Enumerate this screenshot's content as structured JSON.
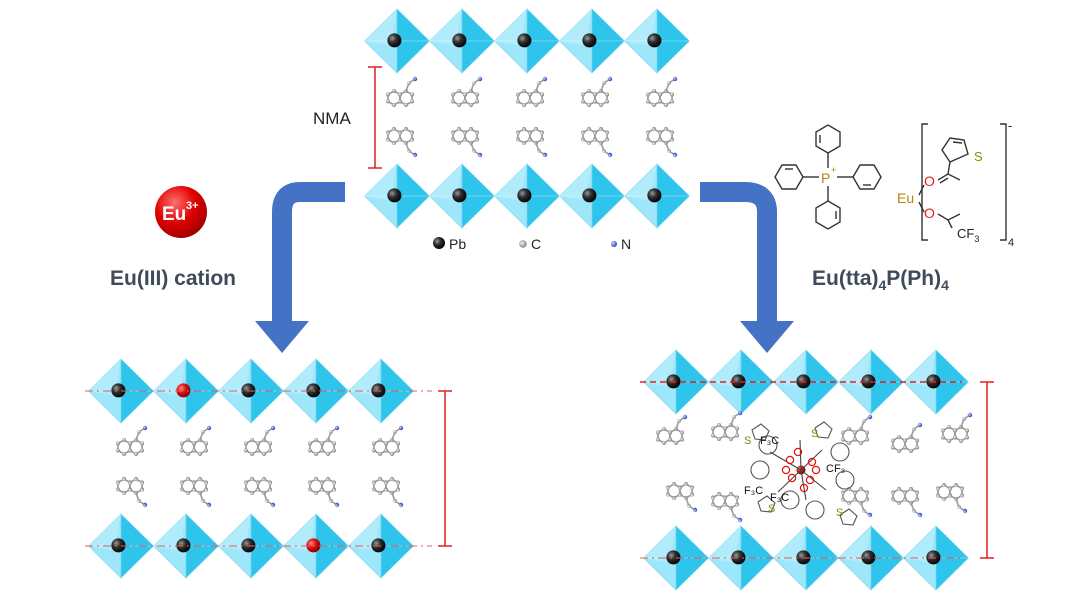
{
  "labels": {
    "nma": "NMA",
    "eu_ion": "Eu",
    "eu_charge": "3+",
    "left_title": "Eu(III) cation",
    "right_title_main": "Eu(tta)",
    "right_title_sub1": "4",
    "right_title_mid": "P(Ph)",
    "right_title_sub2": "4"
  },
  "legend": {
    "pb": "Pb",
    "c": "C",
    "n": "N"
  },
  "complex": {
    "phosphorus": "P",
    "plus": "+",
    "europium": "Eu",
    "oxygen": "O",
    "sulfur": "S",
    "cf3": "CF",
    "cf3_sub": "3",
    "subscript": "4",
    "charge": "-"
  },
  "embedded": {
    "cf3": "F₃C",
    "cf3b": "CF₃",
    "s": "S",
    "o": "O"
  },
  "colors": {
    "octa_light": "#9ee6fa",
    "octa_dark": "#2ec4ec",
    "arrow": "#4472c4",
    "bracket": "#e02020",
    "eu_red": "#e01010"
  }
}
